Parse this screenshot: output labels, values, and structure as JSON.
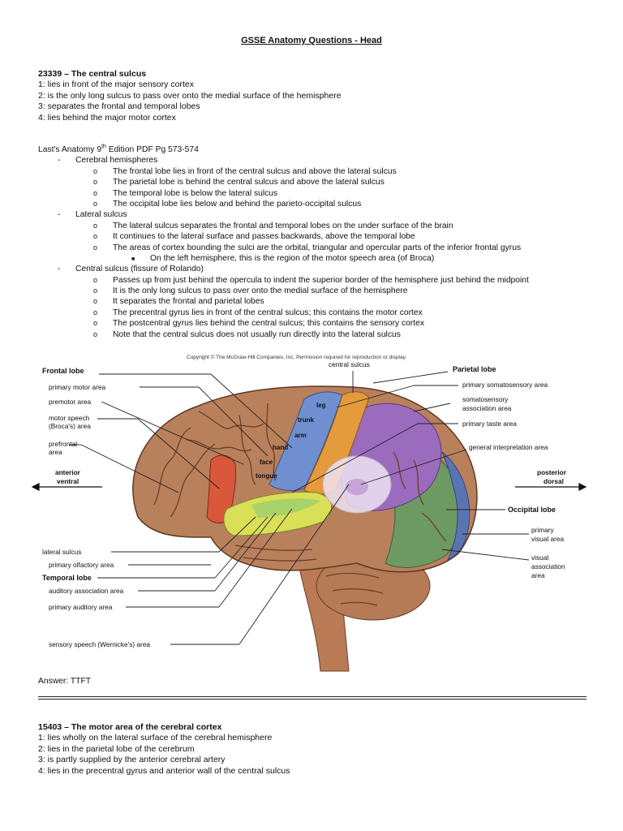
{
  "title": "GSSE Anatomy Questions - Head",
  "question1": {
    "heading": "23339 – The central sulcus",
    "options": [
      "1: lies in front of the major sensory cortex",
      "2: is the only long sulcus to pass over onto the medial surface of the hemisphere",
      "3: separates the frontal and temporal lobes",
      "4: lies behind the major motor cortex"
    ]
  },
  "reference": {
    "prefix": "Last's Anatomy 9",
    "sup": "th",
    "suffix": " Edition PDF Pg 573-574"
  },
  "notes": [
    {
      "level": 1,
      "text": "Cerebral hemispheres"
    },
    {
      "level": 2,
      "text": "The frontal lobe lies in front of the central sulcus and above the lateral sulcus"
    },
    {
      "level": 2,
      "text": "The parietal lobe is behind the central sulcus and above the lateral sulcus"
    },
    {
      "level": 2,
      "text": "The temporal lobe is below the lateral sulcus"
    },
    {
      "level": 2,
      "text": "The occipital lobe lies below and behind the parieto-occipital sulcus"
    },
    {
      "level": 1,
      "text": "Lateral sulcus"
    },
    {
      "level": 2,
      "text": "The lateral sulcus separates the frontal and temporal lobes on the under surface of the brain"
    },
    {
      "level": 2,
      "text": "It continues to the lateral surface and passes backwards, above the temporal lobe"
    },
    {
      "level": 2,
      "text": "The areas of cortex bounding the sulci are the orbital, triangular and opercular parts of the inferior frontal gyrus"
    },
    {
      "level": 3,
      "text": "On the left hemisphere, this is the region of the motor speech area (of Broca)"
    },
    {
      "level": 1,
      "text": "Central sulcus (fissure of Rolando)"
    },
    {
      "level": 2,
      "text": "Passes up from just behind the opercula to indent the superior border of the hemisphere just behind the midpoint"
    },
    {
      "level": 2,
      "text": "It is the only long sulcus to pass over onto the medial surface of the hemisphere"
    },
    {
      "level": 2,
      "text": "It separates the frontal and parietal lobes"
    },
    {
      "level": 2,
      "text": "The precentral gyrus lies in front of the central sulcus; this contains the motor cortex"
    },
    {
      "level": 2,
      "text": "The postcentral gyrus lies behind the central sulcus; this contains the sensory cortex"
    },
    {
      "level": 2,
      "text": "Note that the central sulcus does not usually run directly into the lateral sulcus"
    }
  ],
  "markers": {
    "dash": "-",
    "circle": "o",
    "square": "■"
  },
  "figure": {
    "copyright": "Copyright © The McGraw-Hill Companies, Inc. Permission required for reproduction or display.",
    "labels": {
      "central_sulcus": "central sulcus",
      "frontal_lobe": "Frontal lobe",
      "primary_motor_area": "primary motor area",
      "premotor_area": "premotor area",
      "motor_speech": "motor speech",
      "brocas_area": "(Broca's) area",
      "prefrontal": "prefrontal",
      "area": "area",
      "anterior": "anterior",
      "ventral": "ventral",
      "lateral_sulcus": "lateral sulcus",
      "primary_olfactory_area": "primary olfactory area",
      "temporal_lobe": "Temporal lobe",
      "auditory_association_area": "auditory association area",
      "primary_auditory_area": "primary auditory area",
      "sensory_speech": "sensory speech (Wernicke's) area",
      "parietal_lobe": "Parietal lobe",
      "primary_somatosensory_area": "primary somatosensory area",
      "somatosensory": "somatosensory",
      "association_area": "association area",
      "primary_taste_area": "primary taste area",
      "general_interpretation_area": "general interpretation area",
      "posterior": "posterior",
      "dorsal": "dorsal",
      "occipital_lobe": "Occipital lobe",
      "primary": "primary",
      "visual_area": "visual area",
      "visual": "visual",
      "association": "association",
      "leg": "leg",
      "trunk": "trunk",
      "arm": "arm",
      "hand": "hand",
      "face": "face",
      "tongue": "tongue"
    }
  },
  "answer": "Answer: TTFT",
  "question2": {
    "heading": "15403 – The motor area of the cerebral cortex",
    "options": [
      "1: lies wholly on the lateral surface of the cerebral hemisphere",
      "2: lies in the parietal lobe of the cerebrum",
      "3: is partly supplied by the anterior cerebral artery",
      "4: lies in the precentral gyrus and anterior wall of the central sulcus"
    ]
  },
  "colors": {
    "motor_orange": "#e59a3c",
    "sensory_blue": "#6f8fd0",
    "parietal_purple": "#9b6bbd",
    "occipital_green": "#6c9a62",
    "temporal_yellow": "#d9df57",
    "broca_red": "#d9573a",
    "brain_tan": "#b57a56"
  }
}
